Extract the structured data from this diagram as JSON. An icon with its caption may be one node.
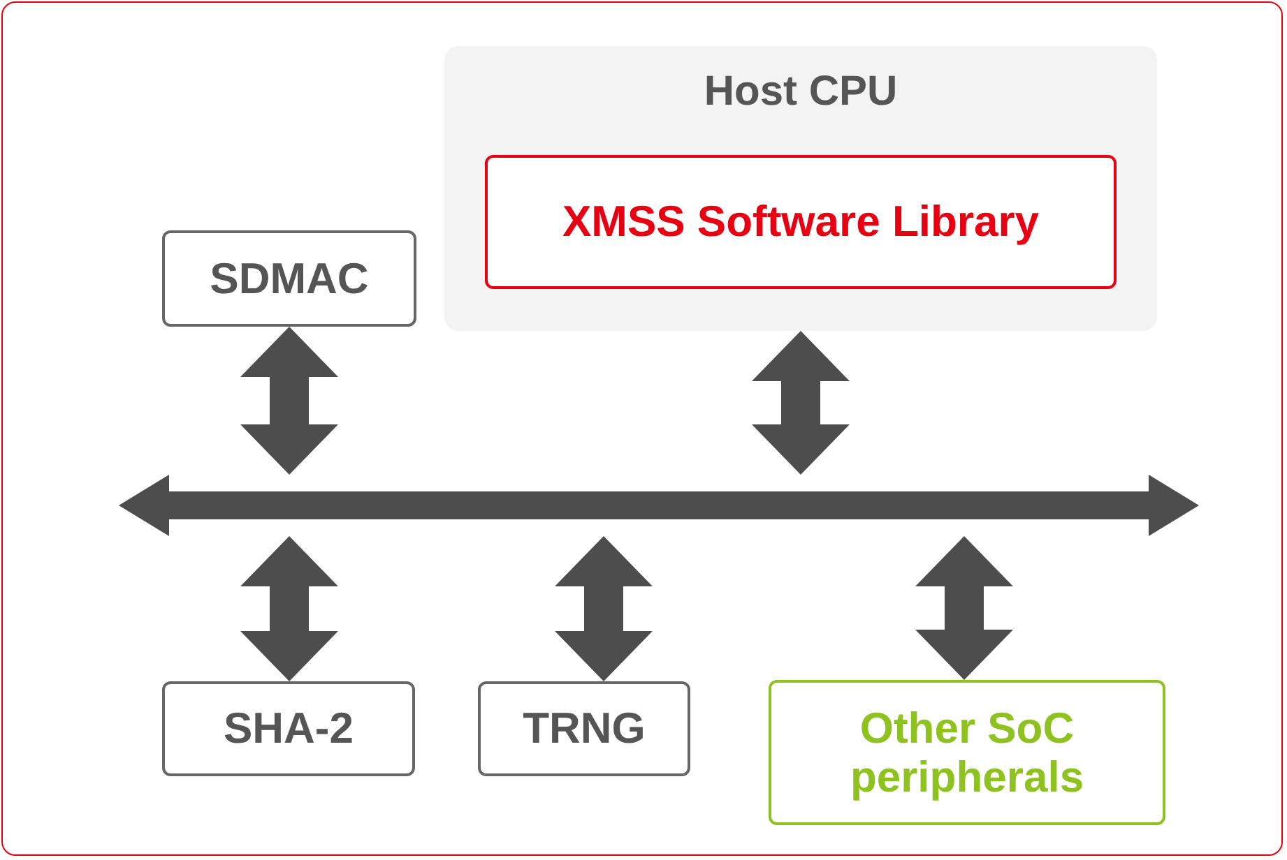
{
  "diagram": {
    "nodes": [
      {
        "text": [
          "Host CPU"
        ]
      },
      {
        "text": [
          "XMSS Software Library"
        ],
        "in": 0
      },
      {
        "text": [
          "SDMAC"
        ]
      },
      {
        "text": [],
        "shape": "bar"
      },
      {
        "text": [
          "SHA-2"
        ]
      },
      {
        "text": [
          "TRNG"
        ]
      },
      {
        "text": [
          "Other SoC peripherals"
        ]
      }
    ],
    "edges": [
      {
        "from": 2,
        "to": 3,
        "arrow": "both"
      },
      {
        "from": 0,
        "to": 3,
        "arrow": "both"
      },
      {
        "from": 3,
        "to": 4,
        "arrow": "both"
      },
      {
        "from": 3,
        "to": 5,
        "arrow": "both"
      },
      {
        "from": 3,
        "to": 6,
        "arrow": "both"
      }
    ]
  }
}
